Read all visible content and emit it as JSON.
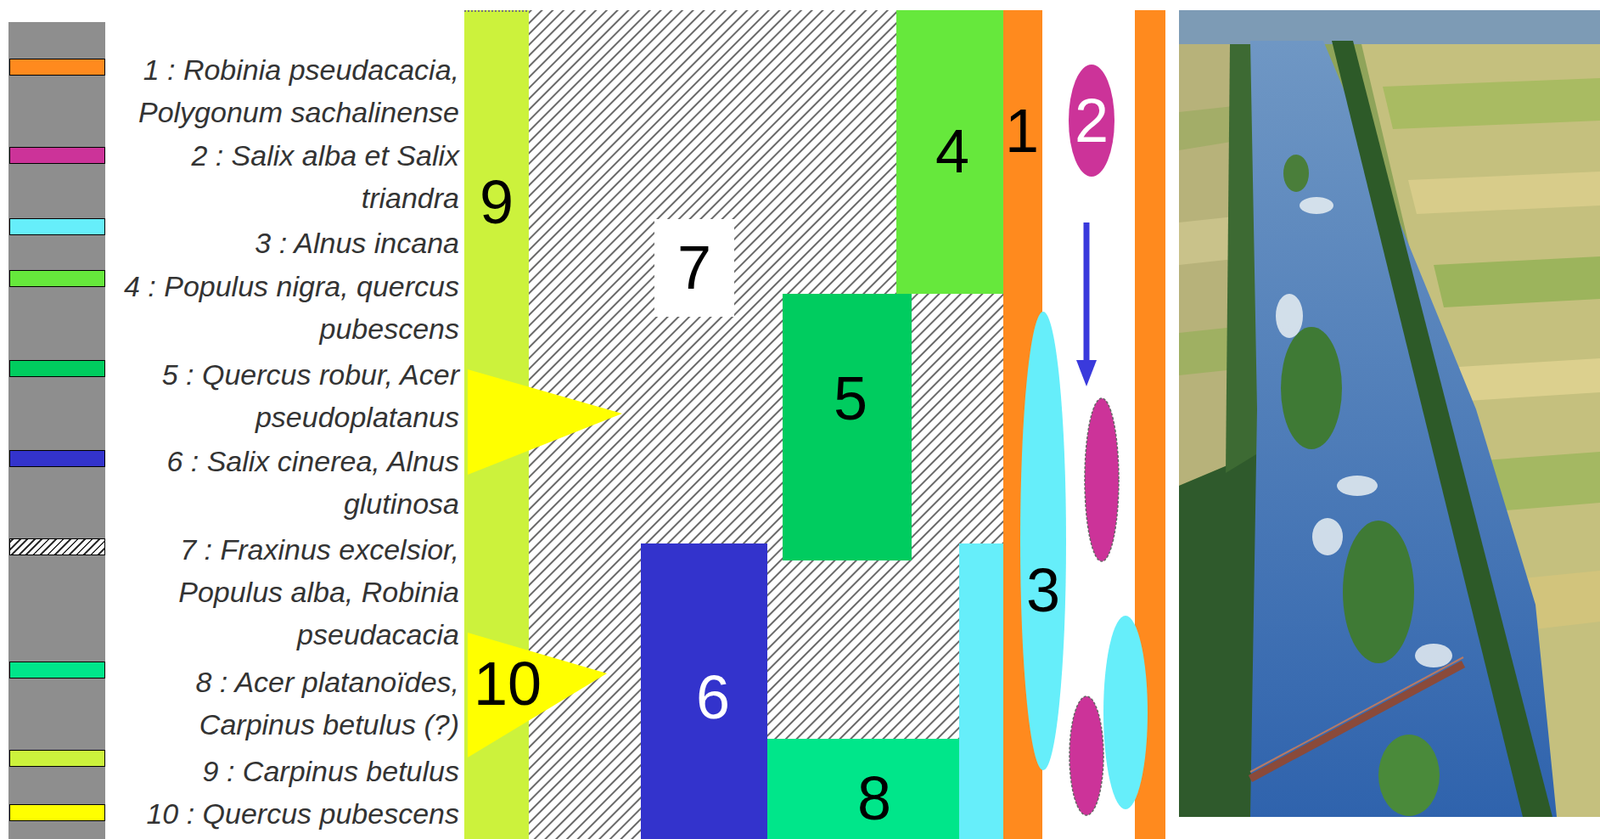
{
  "diagram": {
    "nodes": [
      {
        "text": [
          "9"
        ]
      },
      {
        "text": [
          "7"
        ]
      },
      {
        "text": [
          "4"
        ],
        "in": 1
      },
      {
        "text": [
          "1"
        ]
      },
      {
        "text": [
          "2"
        ]
      },
      {
        "text": [
          "5"
        ],
        "in": 1
      },
      {
        "text": [
          "3"
        ]
      },
      {
        "text": [
          "10"
        ]
      },
      {
        "text": [
          "6"
        ],
        "in": 1
      },
      {
        "text": [
          "8"
        ],
        "in": 1
      }
    ],
    "legend": [
      {
        "text": "1 : Robinia pseudacacia, Polygonum sachalinense",
        "color": "#ff8a1e"
      },
      {
        "text": "2 : Salix alba et Salix triandra",
        "color": "#cc3399"
      },
      {
        "text": "3 : Alnus incana",
        "color": "#66eefa"
      },
      {
        "text": "4 : Populus nigra, quercus pubescens",
        "color": "#66e83c"
      },
      {
        "text": "5 : Quercus robur, Acer pseudoplatanus",
        "color": "#00cc5f"
      },
      {
        "text": "6 : Salix cinerea, Alnus glutinosa",
        "color": "#3333cc"
      },
      {
        "text": "7 : Fraxinus excelsior, Populus alba, Robinia pseudacacia"
      },
      {
        "text": "8 : Acer platanoïdes, Carpinus betulus (?)",
        "color": "#00e68a"
      },
      {
        "text": "9 : Carpinus betulus",
        "color": "#ccf23c"
      },
      {
        "text": "10 : Quercus pubescens",
        "color": "#ffff00"
      }
    ]
  }
}
